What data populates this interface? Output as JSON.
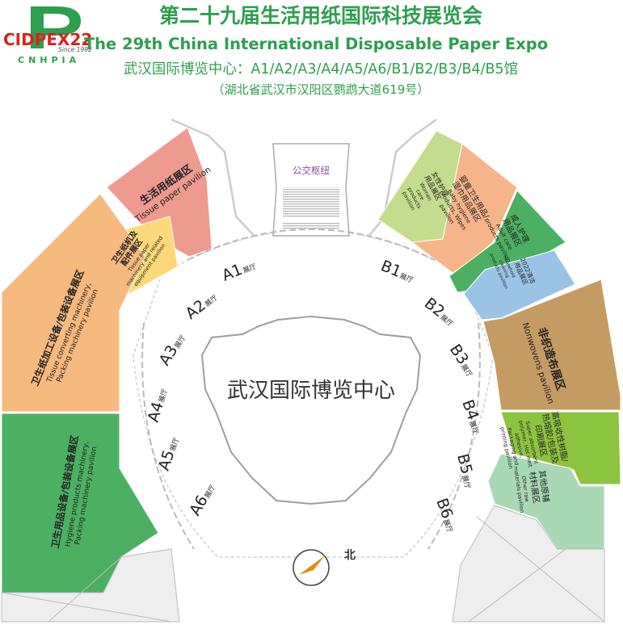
{
  "header": {
    "logo_text": "CIDPEX22",
    "logo_since": "Since 1992",
    "logo_org": "CNHPIA",
    "title_cn": "第二十九届生活用纸国际科技展览会",
    "title_en": "The 29th China International Disposable Paper Expo",
    "venue_line": "武汉国际博览中心：A1/A2/A3/A4/A5/A6/B1/B2/B3/B4/B5馆",
    "address_line": "（湖北省武汉市汉阳区鹦鹉大道619号）"
  },
  "map": {
    "center_label": "武汉国际博览中心",
    "bus_hub_label": "公交枢纽",
    "compass_label": "北",
    "hall_suffix": "展厅",
    "halls_a": [
      "A1",
      "A2",
      "A3",
      "A4",
      "A5",
      "A6"
    ],
    "halls_b": [
      "B1",
      "B2",
      "B3",
      "B4",
      "B5",
      "B6"
    ],
    "zones": {
      "tissue": {
        "cn": "生活用纸展区",
        "en": "Tissue paper pavilion",
        "color": "#ee9a8e"
      },
      "tissue_parts": {
        "cn1": "卫生纸机及",
        "cn2": "配件展区",
        "en1": "Tissue paper",
        "en2": "machinery and related",
        "en3": "equipment pavilion",
        "color": "#fbd978"
      },
      "converting": {
        "cn": "卫生纸加工设备/包装设备展区",
        "en1": "Tissue converting machinery,",
        "en2": "Packing machinery pavilion",
        "color": "#f6b97e"
      },
      "hygiene_machinery": {
        "cn": "卫生用品设备/包装设备展区",
        "en1": "Hygiene products machinery,",
        "en2": "Packing machinery pavilion",
        "color": "#4cb062"
      },
      "women_care": {
        "cn1": "女性护理",
        "cn2": "用品展区",
        "en1": "Women",
        "en2": "care",
        "en3": "products",
        "en4": "pavilion",
        "color": "#c4dc8e"
      },
      "baby_wipes": {
        "cn1": "婴童卫生用品/",
        "cn2": "湿巾用品展区",
        "en1": "Baby hygiene",
        "en2": "products, Wipes",
        "en3": "pavilion",
        "color": "#f6b48a"
      },
      "adult_care": {
        "cn1": "成人护理",
        "cn2": "用品展区",
        "en1": "Adult care",
        "en2": "products pavilion",
        "color": "#4cb062"
      },
      "cleaning": {
        "cn1": "2022清洁",
        "cn2": "用品展区",
        "en1": "Household",
        "en2": "cleaning",
        "en3": "products pavilion",
        "color": "#9bc3e6"
      },
      "nonwovens": {
        "cn": "非织造布展区",
        "en": "Nonwovens pavilion",
        "color": "#c49c63"
      },
      "hotmelt": {
        "cn1": "高吸收性树脂/",
        "cn2": "热熔胶/包装及",
        "cn3": "印刷展区",
        "en1": "Super absorbent",
        "en2": "polymer, Hot melt",
        "en3": "adhesive,",
        "en4": "Packaging and",
        "en5": "printing pavilion",
        "color": "#8dc43f"
      },
      "other_materials": {
        "cn1": "其他原辅",
        "cn2": "材料展区",
        "en1": "Other raw",
        "en2": "materials pavilion",
        "color": "#a8d8b4"
      }
    }
  }
}
